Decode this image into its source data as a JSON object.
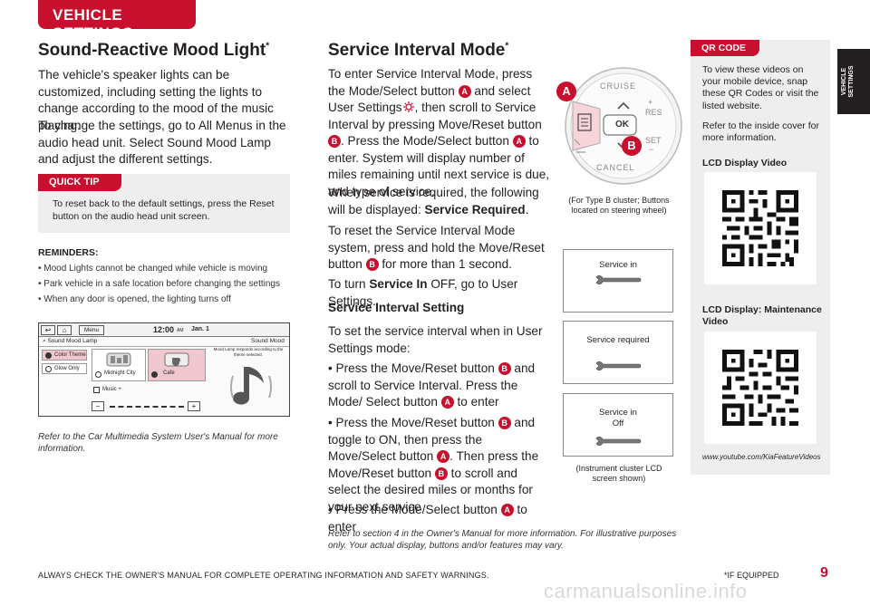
{
  "header": {
    "tab_label": "VEHICLE SETTINGS",
    "side_tab": "VEHICLE SETTINGS"
  },
  "mood": {
    "title": "Sound-Reactive Mood Light",
    "title_mark": "*",
    "para1": "The vehicle's speaker lights can be customized, including setting the lights to change according to the mood of the music playing.",
    "para2": "To change the settings, go to All Menus in the audio head unit. Select Sound Mood Lamp and adjust the different settings.",
    "quick_tip_label": "QUICK TIP",
    "quick_tip_text": "To reset back to the default settings, press the Reset button on the audio head unit screen.",
    "reminders_title": "REMINDERS:",
    "reminders": [
      "• Mood Lights cannot be changed while vehicle is moving",
      "• Park vehicle in a safe location before changing the settings",
      "• When any door is opened, the lighting turns off"
    ],
    "screen": {
      "menu": "Menu",
      "time": "12:00",
      "ampm": "AM",
      "date": "Jan. 1",
      "title": "Sound Mood Lamp",
      "title_right": "Sound Mood",
      "opt_color_theme": "Color Theme",
      "opt_glow_only": "Glow Only",
      "theme_midnight": "Midnight City",
      "theme_cafe": "Cafe",
      "note": "Mood Lamp responds according to the theme selected.",
      "music": "Music +",
      "minus": "−",
      "plus": "+"
    },
    "caption": "Refer to the Car Multimedia System User's Manual for more information."
  },
  "service": {
    "title": "Service Interval Mode",
    "title_mark": "*",
    "p1": [
      "To enter Service Interval Mode, press the",
      "Mode/Select button",
      "and select User",
      "Settings",
      ", then scroll to Service Interval",
      "by pressing Move/Reset button",
      ". Press",
      "the Mode/Select button",
      "to enter. System",
      "will display number of miles remaining until",
      "next service is due, and type of service."
    ],
    "p2a": "When service is required, the following will be displayed:",
    "p2b": "Service Required",
    "p3a": "To reset the Service Interval Mode system, press and hold the Move/Reset button",
    "p3b": "for more than 1 second.",
    "p4a": "To turn",
    "p4b": "Service In",
    "p4c": "OFF, go to User Settings.",
    "setting_heading": "Service Interval Setting",
    "p5": "To set the service interval when in User Settings mode:",
    "bullet1a": "• Press the Move/Reset button",
    "bullet1b": "and scroll to Service Interval. Press the Mode/ Select button",
    "bullet1c": "to enter",
    "bullet2a": "• Press the Move/Reset button",
    "bullet2b": "and toggle to ON, then press the Move/Select button",
    "bullet2c": ". Then press the Move/Reset button",
    "bullet2d": "to scroll and select the desired miles or months for your next service",
    "bullet3a": "• Press the Mode/Select button",
    "bullet3b": "to enter",
    "badge_a": "A",
    "badge_b": "B",
    "wheel": {
      "cruise": "CRUISE",
      "res": "RES",
      "set": "SET",
      "cancel": "CANCEL",
      "ok": "OK",
      "plus": "+",
      "minus": "−"
    },
    "wheel_caption": "(For Type B cluster; Buttons located on steering wheel)",
    "cluster": [
      {
        "line1": "Service in",
        "line2": ""
      },
      {
        "line1": "Service required",
        "line2": ""
      },
      {
        "line1": "Service in",
        "line2": "Off"
      }
    ],
    "cluster_caption": "(Instrument cluster LCD screen shown)",
    "caption": "Refer to section 4 in the Owner's Manual for more information. For illustrative purposes only. Your actual display, buttons and/or features may vary."
  },
  "qr": {
    "tab": "QR CODE",
    "p1": "To view these videos on your mobile device, snap these QR Codes or visit the listed website.",
    "p2": "Refer to the inside cover for more information.",
    "video1": "LCD Display Video",
    "video2": "LCD Display: Maintenance Video",
    "url": "www.youtube.com/KiaFeatureVideos"
  },
  "footer": {
    "warning": "ALWAYS CHECK THE OWNER'S MANUAL FOR COMPLETE OPERATING INFORMATION AND SAFETY WARNINGS.",
    "equipped": "*IF EQUIPPED",
    "page": "9",
    "watermark": "carmanualsonline.info"
  },
  "colors": {
    "accent": "#c8102e",
    "dark": "#231f20",
    "panel": "#eeeeee"
  }
}
